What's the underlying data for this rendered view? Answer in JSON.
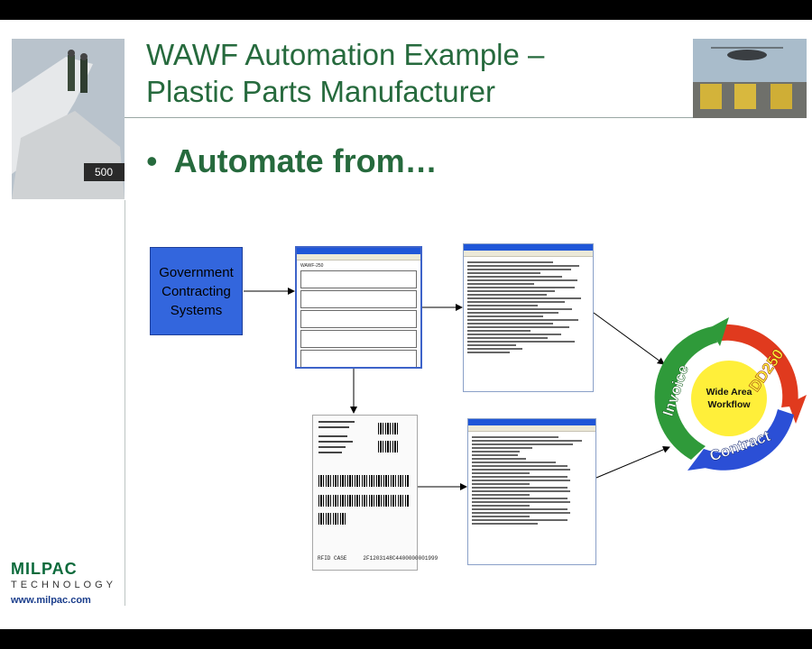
{
  "slide": {
    "title_line1": "WAWF Automation Example –",
    "title_line2": "Plastic Parts Manufacturer",
    "bullet_symbol": "•",
    "bullet_text": "Automate from…"
  },
  "diagram": {
    "source_box": "Government\nContracting\nSystems",
    "form_title": "WAWF-250",
    "label_rfid_caption": "RFID CASE",
    "label_rfid_value": "2F1203148C4400000001999",
    "cycle": {
      "center": "Wide Area\nWorkflow",
      "segments": [
        "DD250",
        "Contract",
        "Invoice"
      ]
    }
  },
  "footer": {
    "brand": "MILPAC",
    "tagline": "TECHNOLOGY",
    "url": "www.milpac.com"
  },
  "colors": {
    "title_green": "#266a3d",
    "box_blue": "#3366dd",
    "dd250_red": "#e03a1e",
    "contract_blue": "#2b4fd6",
    "invoice_green": "#2f9a3a"
  }
}
